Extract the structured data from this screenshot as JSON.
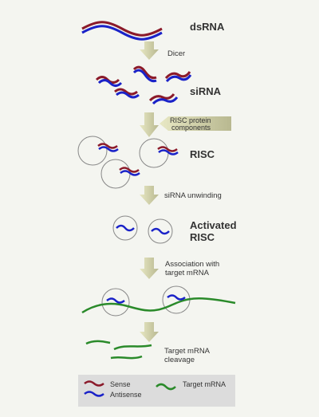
{
  "steps": {
    "dsrna": "dsRNA",
    "dicer": "Dicer",
    "sirna": "siRNA",
    "risc_components_line1": "RISC protein",
    "risc_components_line2": "components",
    "risc": "RISC",
    "unwinding": "siRNA unwinding",
    "activated_line1": "Activated",
    "activated_line2": "RISC",
    "association_line1": "Association with",
    "association_line2": "target mRNA",
    "cleavage_line1": "Target mRNA",
    "cleavage_line2": "cleavage"
  },
  "legend": {
    "sense": "Sense",
    "antisense": "Antisense",
    "target": "Target mRNA"
  },
  "colors": {
    "sense": "#8b1a2a",
    "antisense": "#1a22c8",
    "target": "#2a8a2a",
    "arrow": "#c8c89a",
    "background": "#f4f5f0",
    "legend_bg": "#dcdcdc"
  }
}
